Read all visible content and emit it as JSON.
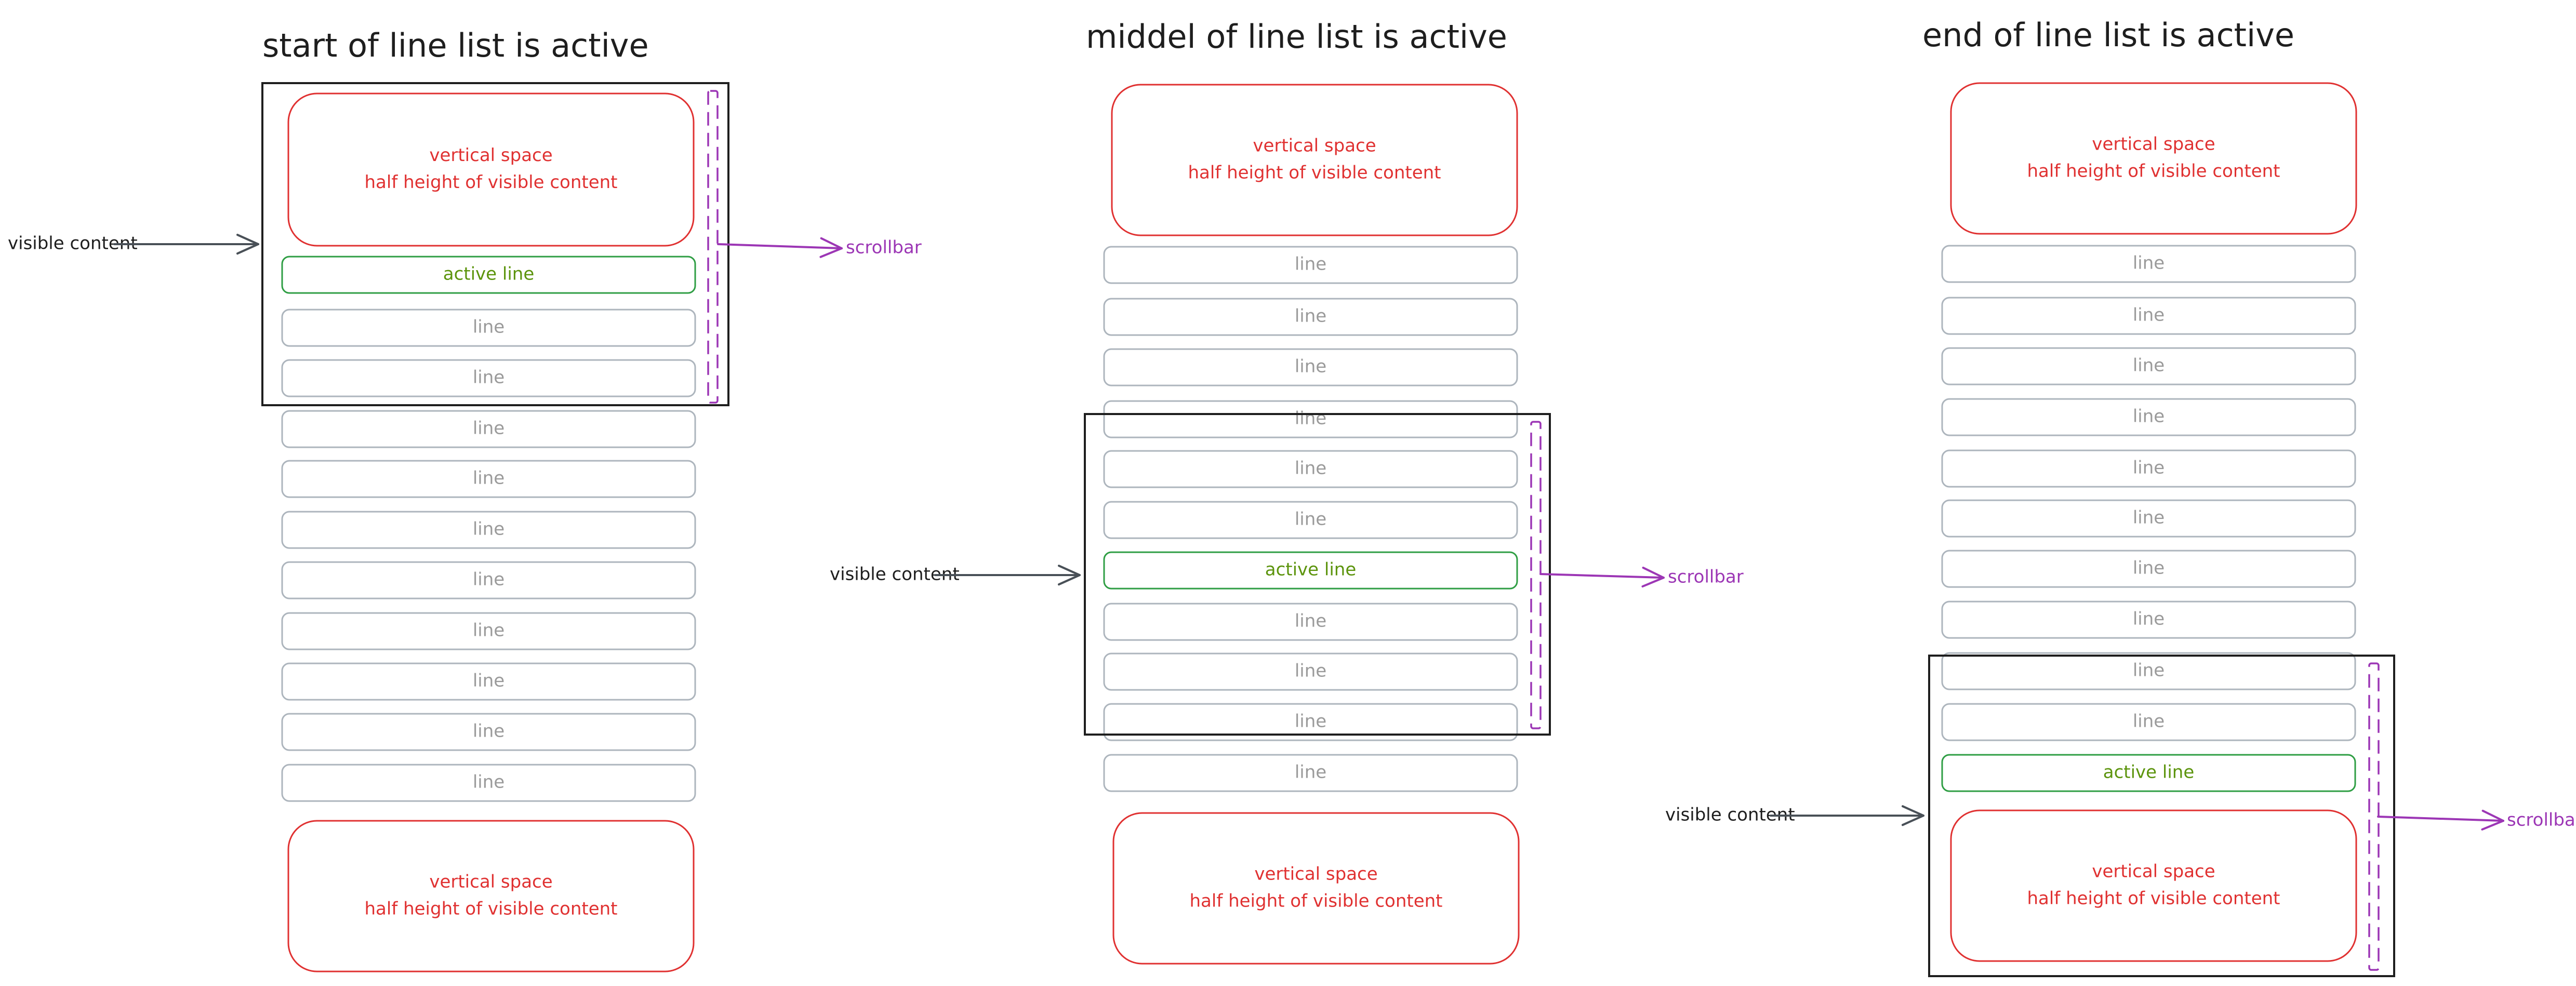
{
  "colors": {
    "ink": "#1e1e1e",
    "red": "#e03131",
    "green": "#2f9e44",
    "green_text": "#5c940d",
    "gray": "#adb5bd",
    "gray_text": "#9a9a9a",
    "purple": "#9c36b5",
    "arrow": "#495057"
  },
  "panels": [
    {
      "title": "start of line list is active",
      "spacer_top": [
        "vertical space",
        "half height of visible content"
      ],
      "lines": [
        "active line",
        "line",
        "line",
        "line",
        "line",
        "line",
        "line",
        "line",
        "line",
        "line",
        "line"
      ],
      "active_index": 0,
      "spacer_bottom": [
        "vertical space",
        "half height of visible content"
      ],
      "visible_label": "visible content",
      "scrollbar_label": "scrollbar"
    },
    {
      "title": "middel of line list is active",
      "spacer_top": [
        "vertical space",
        "half height of visible content"
      ],
      "lines": [
        "line",
        "line",
        "line",
        "line",
        "line",
        "line",
        "active line",
        "line",
        "line",
        "line",
        "line"
      ],
      "active_index": 6,
      "spacer_bottom": [
        "vertical space",
        "half height of visible content"
      ],
      "visible_label": "visible content",
      "scrollbar_label": "scrollbar"
    },
    {
      "title": "end of line list is active",
      "spacer_top": [
        "vertical space",
        "half height of visible content"
      ],
      "lines": [
        "line",
        "line",
        "line",
        "line",
        "line",
        "line",
        "line",
        "line",
        "line",
        "line",
        "active line"
      ],
      "active_index": 10,
      "spacer_bottom": [
        "vertical space",
        "half height of visible content"
      ],
      "visible_label": "visible content",
      "scrollbar_label": "scrollbar"
    }
  ]
}
